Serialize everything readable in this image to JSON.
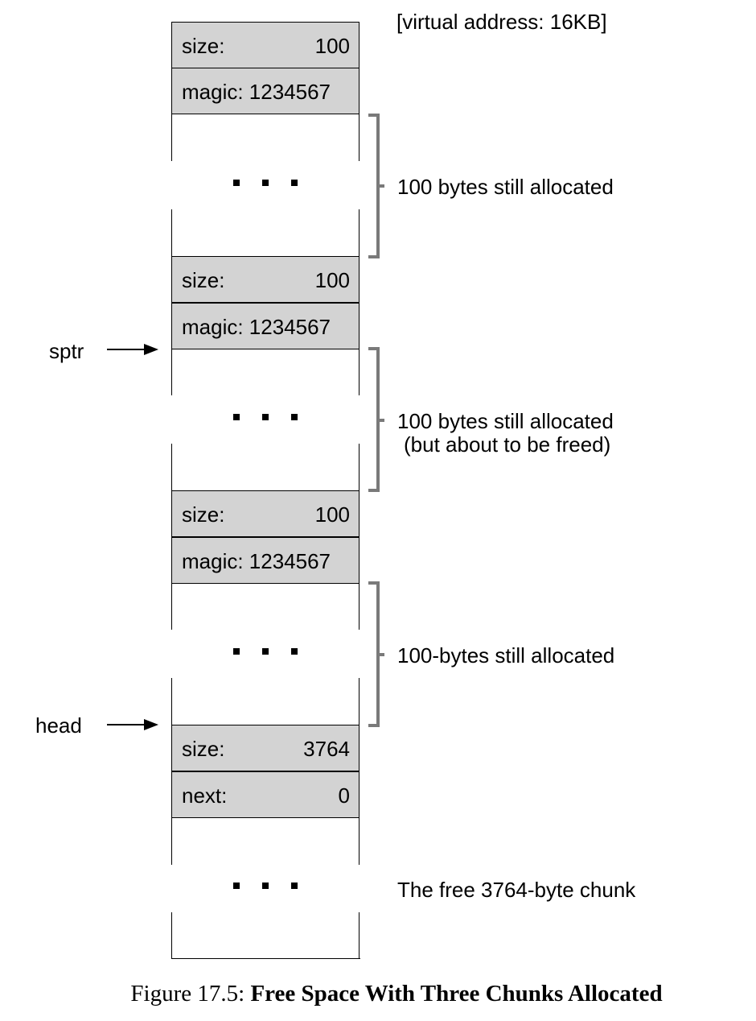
{
  "top_note": "[virtual address: 16KB]",
  "chunks": [
    {
      "size_label": "size:",
      "size_value": "100",
      "magic_label": "magic: 1234567",
      "note_lines": [
        "100 bytes still allocated"
      ]
    },
    {
      "size_label": "size:",
      "size_value": "100",
      "magic_label": "magic: 1234567",
      "note_lines": [
        "100 bytes still allocated",
        "(but about to be freed)"
      ]
    },
    {
      "size_label": "size:",
      "size_value": "100",
      "magic_label": "magic: 1234567",
      "note_lines": [
        "100-bytes still allocated"
      ]
    }
  ],
  "free_chunk": {
    "size_label": "size:",
    "size_value": "3764",
    "next_label": "next:",
    "next_value": "0",
    "note": "The free 3764-byte chunk"
  },
  "pointers": {
    "sptr": "sptr",
    "head": "head"
  },
  "caption": {
    "prefix": "Figure 17.5: ",
    "title": "Free Space With Three Chunks Allocated"
  }
}
